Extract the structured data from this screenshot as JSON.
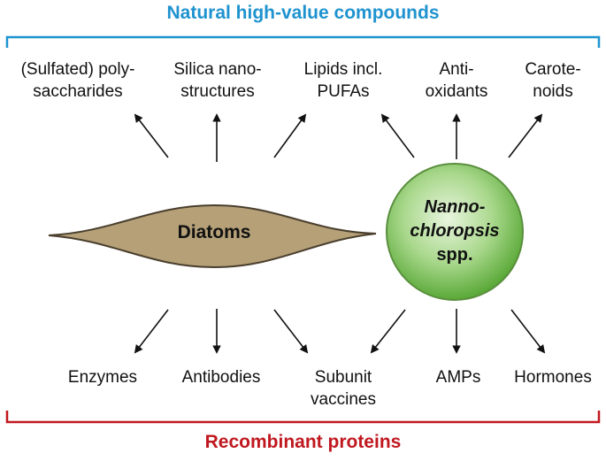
{
  "top_section": {
    "title": "Natural high-value compounds",
    "color": "#1f93cf",
    "items": [
      {
        "line1": "(Sulfated) poly-",
        "line2": "saccharides"
      },
      {
        "line1": "Silica nano-",
        "line2": "structures"
      },
      {
        "line1": "Lipids incl.",
        "line2": "PUFAs"
      },
      {
        "line1": "Anti-",
        "line2": "oxidants"
      },
      {
        "line1": "Carote-",
        "line2": "noids"
      }
    ]
  },
  "bottom_section": {
    "title": "Recombinant proteins",
    "color": "#c0181f",
    "items": [
      {
        "line1": "Enzymes",
        "line2": ""
      },
      {
        "line1": "Antibodies",
        "line2": ""
      },
      {
        "line1": "Subunit",
        "line2": "vaccines"
      },
      {
        "line1": "AMPs",
        "line2": ""
      },
      {
        "line1": "Hormones",
        "line2": ""
      }
    ]
  },
  "organisms": {
    "diatom": {
      "label": "Diatoms",
      "fill": "#b5a078"
    },
    "nanno": {
      "line1": "Nanno-",
      "line2": "chloropsis",
      "line3": "spp.",
      "fill": "#6fb84a"
    }
  }
}
